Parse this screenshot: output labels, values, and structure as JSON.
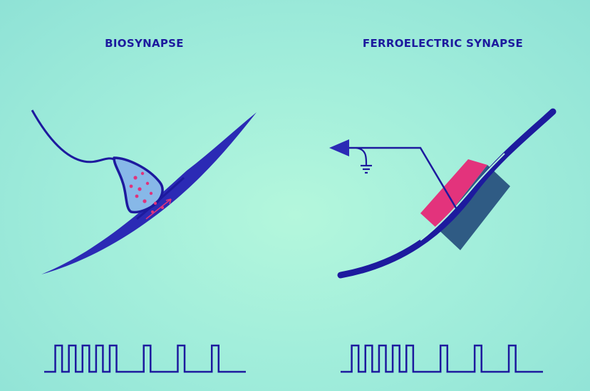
{
  "colors": {
    "stroke": "#1d1a9e",
    "membrane": "#2b2ab5",
    "vesicle_fill": "#87b8e8",
    "dot": "#e0337c",
    "ferro_front": "#e3337c",
    "ferro_side": "#2f5b84",
    "title": "#1d1a9e"
  },
  "left": {
    "title": "BIOSYNAPSE"
  },
  "right": {
    "title": "FERROELECTRIC SYNAPSE"
  },
  "pulse_train": {
    "levels": [
      0,
      1,
      0,
      1,
      0,
      1,
      0,
      1,
      0,
      1,
      0,
      0,
      0,
      0,
      1,
      0,
      0,
      0,
      0,
      1,
      0,
      0,
      0,
      0,
      1,
      0,
      0,
      0,
      0
    ]
  }
}
